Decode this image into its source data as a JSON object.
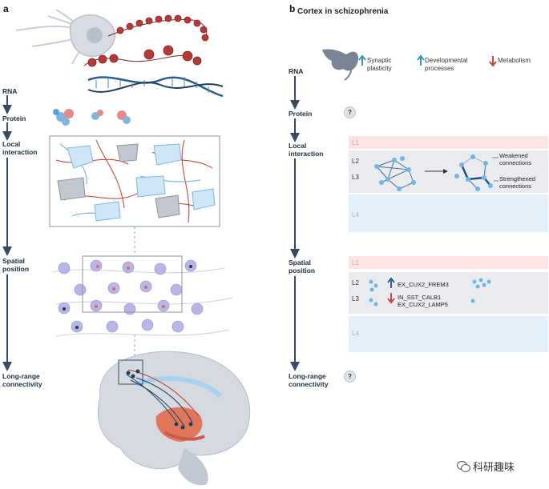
{
  "panel_a": {
    "letter": "a"
  },
  "panel_b": {
    "letter": "b",
    "title": "Cortex in schizophrenia"
  },
  "levels": {
    "rna": "RNA",
    "protein": "Protein",
    "local_line1": "Local",
    "local_line2": "interaction",
    "spatial_line1": "Spatial",
    "spatial_line2": "position",
    "longrange_line1": "Long-range",
    "longrange_line2": "connectivity"
  },
  "legend": {
    "synaptic_line1": "Synaptic",
    "synaptic_line2": "plasticity",
    "developmental_line1": "Developmental",
    "developmental_line2": "processes",
    "metabolism": "Metabolism"
  },
  "unknown_mark": "?",
  "layers": {
    "l1": "L1",
    "l2": "L2",
    "l3": "L3",
    "l4": "L4"
  },
  "local_labels": {
    "weakened_line1": "Weakened",
    "weakened_line2": "connections",
    "strengthened_line1": "Strengthened",
    "strengthened_line2": "connections"
  },
  "spatial_labels": {
    "up_gene": "EX_CUX2_FREM3",
    "down_gene1": "IN_SST_CALB1",
    "down_gene2": "EX_CUX2_LAMP5"
  },
  "watermark": "科研趣味",
  "colors": {
    "arrow_dark": "#3b4a63",
    "up_arrow": "#1c8fb8",
    "down_arrow": "#c0392b",
    "l1_band": "#fbe4e1",
    "l23_band": "#e9ebee",
    "l4_band": "#e4f1fb",
    "node_blue": "#6fb6e6",
    "rna_red": "#b43a3a",
    "neuron_blue": "#cfe6f6"
  }
}
